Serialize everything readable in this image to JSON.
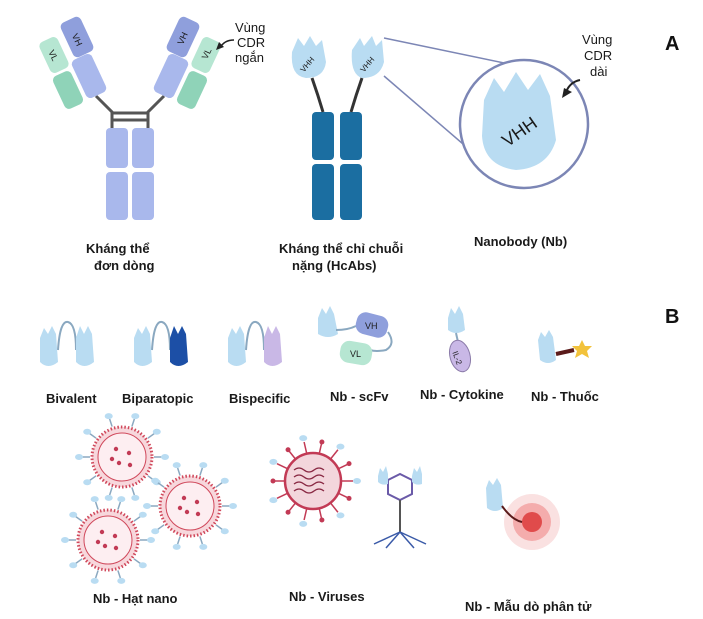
{
  "panel_a": {
    "letter": "A",
    "antibody": {
      "vh": "VH",
      "vl": "VL",
      "label_line1": "Kháng thể",
      "label_line2": "đơn dòng"
    },
    "short_cdr": {
      "line1": "Vùng",
      "line2": "CDR",
      "line3": "ngắn"
    },
    "hcab": {
      "vhh": "VHH",
      "label_line1": "Kháng thể chỉ chuỗi",
      "label_line2": "nặng (HcAbs)"
    },
    "nanobody": {
      "vhh": "VHH",
      "label": "Nanobody (Nb)"
    },
    "long_cdr": {
      "line1": "Vùng",
      "line2": "CDR",
      "line3": "dài"
    }
  },
  "panel_b": {
    "letter": "B",
    "formats": [
      {
        "label": "Bivalent"
      },
      {
        "label": "Biparatopic"
      },
      {
        "label": "Bispecific"
      },
      {
        "label": "Nb - scFv",
        "vh": "VH",
        "vl": "VL"
      },
      {
        "label": "Nb - Cytokine",
        "il": "IL-2"
      },
      {
        "label": "Nb - Thuốc"
      }
    ],
    "conjugates": [
      {
        "label": "Nb - Hạt nano"
      },
      {
        "label": "Nb - Viruses"
      },
      {
        "label": "Nb - Mẫu dò phân tử"
      }
    ]
  },
  "colors": {
    "vhh_light": "#b9dcf2",
    "vh_purple": "#8f9fdc",
    "vl_green": "#8fd3b8",
    "heavy_chain": "#a9b8ec",
    "hcab_chain": "#1b6ea1",
    "dark_blue": "#1c4fa6",
    "lilac": "#c9b8e6",
    "nano_red": "#d0485b",
    "orange_drug": "#f2c23b"
  }
}
